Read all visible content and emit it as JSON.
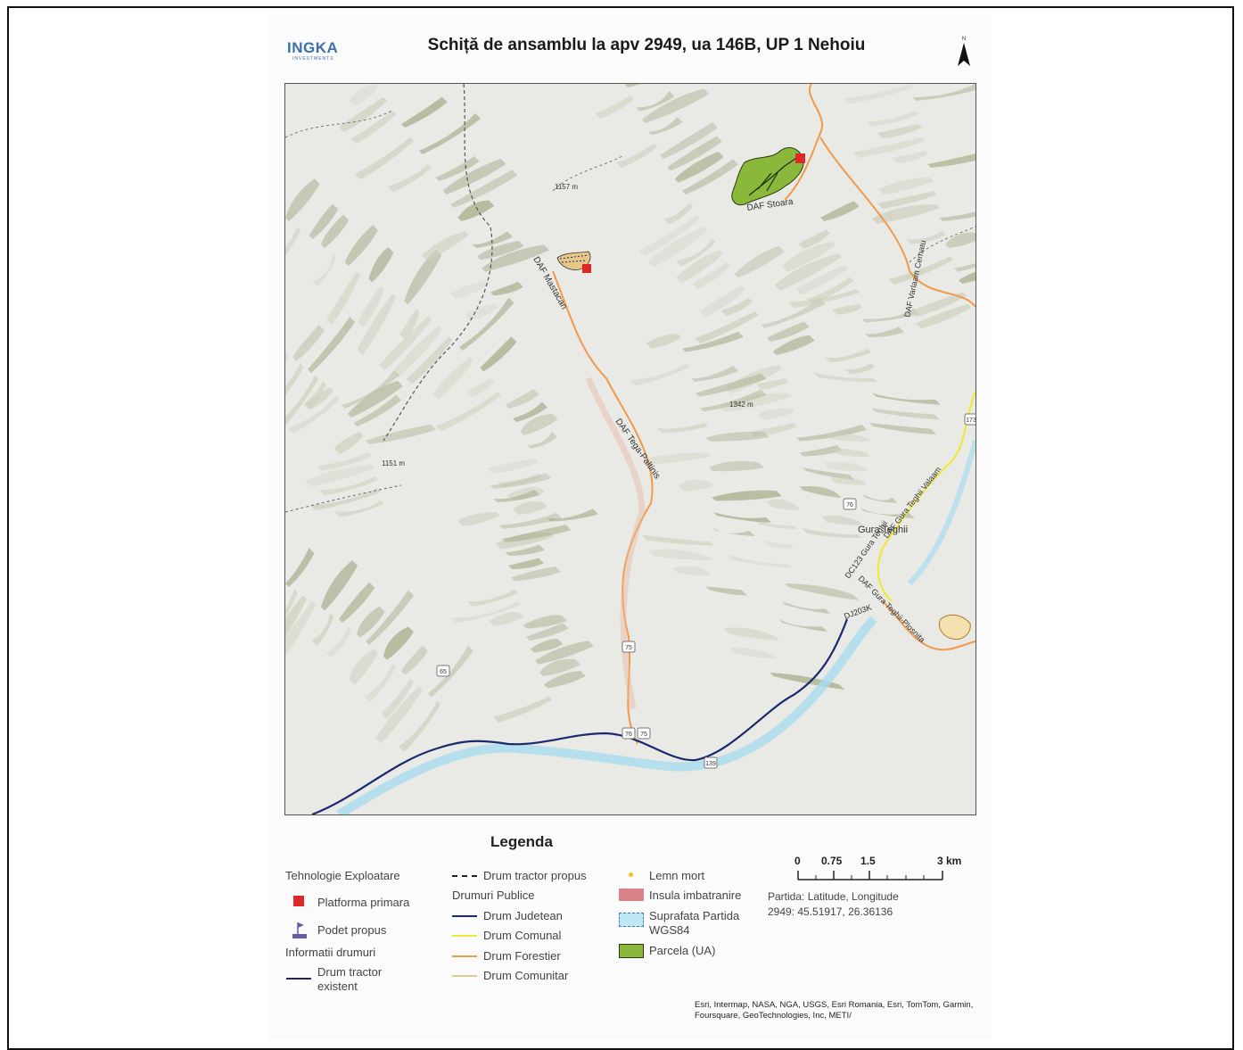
{
  "logo": {
    "name": "INGKA",
    "sub": "INVESTMENTS"
  },
  "title": "Schiță de ansamblu la apv 2949, ua 146B, UP 1 Nehoiu",
  "north_arrow": {
    "label": "N",
    "icon": "north-arrow-icon"
  },
  "map": {
    "place_labels": {
      "gura_teghii": "Gura Teghii",
      "daf_stoara": "DAF Stoara",
      "daf_mastacan": "DAF Mastacan",
      "daf_varlaam_cernatu": "DAF Varlaam Cernatu",
      "daf_siriu_paltinis": "DAF Tega-Paltinis",
      "daf_gura_teghii_valea": "DAF Gura Teghii Valaam",
      "dc_gura_teghii": "DC123 Gura Teghii",
      "daf_gura_teghii_plosnita": "DAF Gura Teghii-Plosnita",
      "dj": "DJ203K",
      "peak_1": "1157 m",
      "peak_2": "1342 m",
      "peak_3": "1151 m"
    },
    "road_shields": [
      "76",
      "75",
      "75",
      "65",
      "76",
      "173",
      "139"
    ],
    "colors": {
      "terrain_dark": "#9ba37a",
      "terrain_light": "#ececec",
      "drum_judetean": "#1a2a6e",
      "drum_comunal": "#f0e83a",
      "drum_forestier": "#f09a4a",
      "drum_comunitar": "#e8c888",
      "platforma": "#e02828",
      "parcela": "#8ab83a",
      "insula": "#d9828a",
      "river": "#a8dcef"
    }
  },
  "legend": {
    "title": "Legenda",
    "col1": {
      "header": "Tehnologie Exploatare",
      "platforma": "Platforma primara",
      "podet": "Podet propus",
      "info_header": "Informatii drumuri",
      "tractor_existent": "Drum tractor existent"
    },
    "col2": {
      "tractor_propus": "Drum tractor propus",
      "header": "Drumuri Publice",
      "judetean": "Drum Judetean",
      "comunal": "Drum Comunal",
      "forestier": "Drum Forestier",
      "comunitar": "Drum Comunitar"
    },
    "col3": {
      "lemn": "Lemn mort",
      "insula": "Insula imbatranire",
      "suprafata": "Suprafata Partida WGS84",
      "parcela": "Parcela (UA)"
    }
  },
  "scale": {
    "labels": [
      "0",
      "0.75",
      "1.5",
      "3 km"
    ]
  },
  "coordinates": {
    "header": "Partida: Latitude, Longitude",
    "value": "2949: 45.51917, 26.36136"
  },
  "attribution": "Esri, Intermap, NASA, NGA, USGS, Esri Romania, Esri, TomTom, Garmin, Foursquare, GeoTechnologies, Inc, METI/"
}
